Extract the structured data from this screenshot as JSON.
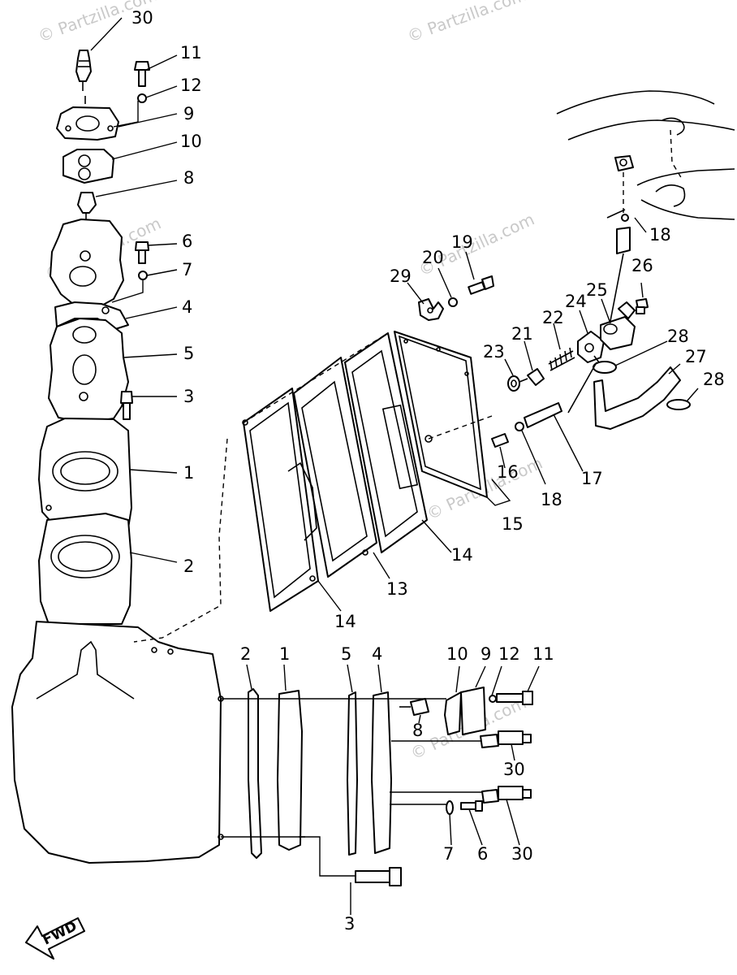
{
  "diagram": {
    "watermark": "© Partzilla.com",
    "fwd_label": "FWD",
    "callouts": {
      "c30a": "30",
      "c11a": "11",
      "c12a": "12",
      "c9a": "9",
      "c10a": "10",
      "c8a": "8",
      "c6a": "6",
      "c7a": "7",
      "c4a": "4",
      "c5a": "5",
      "c3a": "3",
      "c1a": "1",
      "c2a": "2",
      "c29": "29",
      "c20": "20",
      "c19": "19",
      "c23": "23",
      "c21": "21",
      "c22": "22",
      "c24": "24",
      "c25": "25",
      "c26": "26",
      "c18a": "18",
      "c28a": "28",
      "c27": "27",
      "c28b": "28",
      "c16": "16",
      "c17": "17",
      "c18b": "18",
      "c15": "15",
      "c14a": "14",
      "c13": "13",
      "c14b": "14",
      "c2b": "2",
      "c1b": "1",
      "c5b": "5",
      "c4b": "4",
      "c10b": "10",
      "c9b": "9",
      "c12b": "12",
      "c11b": "11",
      "c8b": "8",
      "c30b": "30",
      "c7b": "7",
      "c6b": "6",
      "c30c": "30",
      "c3b": "3"
    }
  }
}
